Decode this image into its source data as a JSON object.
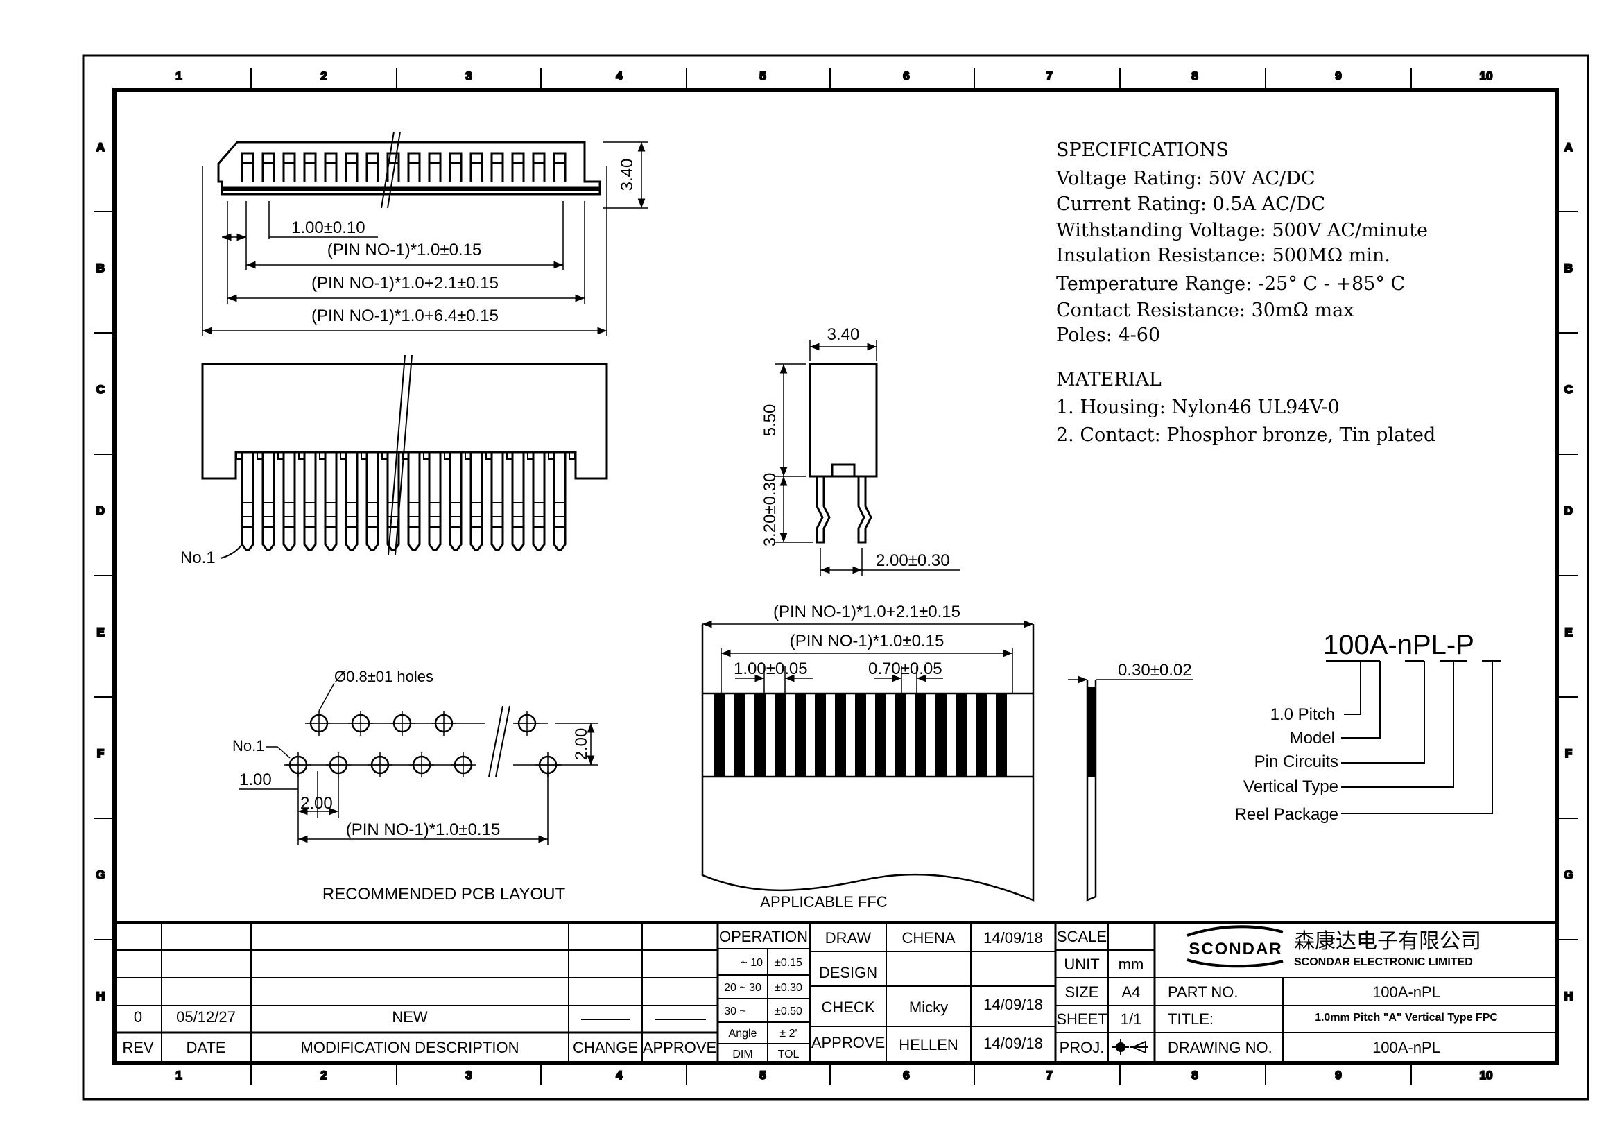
{
  "grid": {
    "columns": [
      "1",
      "2",
      "3",
      "4",
      "5",
      "6",
      "7",
      "8",
      "9",
      "10"
    ],
    "rows": [
      "A",
      "B",
      "C",
      "D",
      "E",
      "F",
      "G",
      "H"
    ]
  },
  "specifications": {
    "title": "SPECIFICATIONS",
    "lines": [
      "Voltage Rating: 50V AC/DC",
      "Current Rating: 0.5A AC/DC",
      "Withstanding Voltage: 500V AC/minute",
      "Insulation Resistance: 500MΩ min.",
      "Temperature Range: -25° C - +85° C",
      "Contact Resistance: 30mΩ max",
      "Poles: 4-60"
    ]
  },
  "material": {
    "title": "MATERIAL",
    "lines": [
      "1. Housing: Nylon46 UL94V-0",
      "2. Contact: Phosphor bronze, Tin plated"
    ]
  },
  "top_view": {
    "height_dim": "3.40",
    "dim1": "1.00±0.10",
    "dim2": "(PIN NO-1)*1.0±0.15",
    "dim3": "(PIN NO-1)*1.0+2.1±0.15",
    "dim4": "(PIN NO-1)*1.0+6.4±0.15"
  },
  "front_view": {
    "pin1_label": "No.1"
  },
  "side_view": {
    "width_dim": "3.40",
    "height_dim": "5.50",
    "pin_dim": "3.20±0.30",
    "pin_spacing": "2.00±0.30"
  },
  "pcb_layout": {
    "holes_label": "Ø0.8±01 holes",
    "pin1_label": "No.1",
    "offset_dim": "1.00",
    "pitch_dim": "2.00",
    "row_dim": "2.00",
    "span_dim": "(PIN NO-1)*1.0±0.15",
    "caption": "RECOMMENDED PCB LAYOUT"
  },
  "ffc": {
    "dim_outer": "(PIN NO-1)*1.0+2.1±0.15",
    "dim_inner": "(PIN NO-1)*1.0±0.15",
    "dim_pitch": "1.00±0.05",
    "dim_width": "0.70±0.05",
    "thickness": "0.30±0.02",
    "caption": "APPLICABLE FFC"
  },
  "part_code": {
    "code": "100A-nPL-P",
    "legend": [
      "1.0 Pitch",
      "Model",
      "Pin Circuits",
      "Vertical Type",
      "Reel Package"
    ]
  },
  "title_block": {
    "revision": {
      "rev": "0",
      "date": "05/12/27",
      "description": "NEW",
      "headers": [
        "REV",
        "DATE",
        "MODIFICATION DESCRIPTION",
        "CHANGE",
        "APPROVE"
      ]
    },
    "tolerance": {
      "title": "OPERATION",
      "rows": [
        [
          "~ 10",
          "±0.15"
        ],
        [
          "20 ~ 30",
          "±0.30"
        ],
        [
          "30 ~",
          "±0.50"
        ],
        [
          "Angle",
          "± 2'"
        ]
      ],
      "footer": [
        "DIM",
        "TOL"
      ]
    },
    "signoff": [
      {
        "role": "DRAW",
        "name": "CHENA",
        "date": "14/09/18"
      },
      {
        "role": "DESIGN",
        "name": "",
        "date": ""
      },
      {
        "role": "CHECK",
        "name": "Micky",
        "date": "14/09/18"
      },
      {
        "role": "APPROVE",
        "name": "HELLEN",
        "date": "14/09/18"
      }
    ],
    "meta": [
      {
        "label": "SCALE",
        "value": ""
      },
      {
        "label": "UNIT",
        "value": "mm"
      },
      {
        "label": "SIZE",
        "value": "A4"
      },
      {
        "label": "SHEET",
        "value": "1/1"
      },
      {
        "label": "PROJ.",
        "value": ""
      }
    ],
    "company": {
      "logo": "SCONDAR",
      "name_cn": "森康达电子有限公司",
      "name_en": "SCONDAR ELECTRONIC LIMITED"
    },
    "part_no": {
      "label": "PART NO.",
      "value": "100A-nPL"
    },
    "title": {
      "label": "TITLE:",
      "value": "1.0mm Pitch \"A\" Vertical Type FPC"
    },
    "drawing_no": {
      "label": "DRAWING NO.",
      "value": "100A-nPL"
    }
  }
}
